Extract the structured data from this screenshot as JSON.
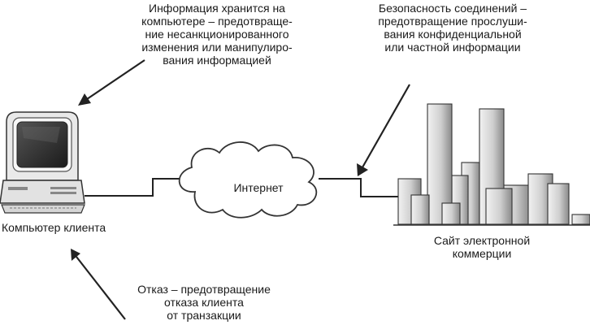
{
  "annotations": {
    "integrity": [
      "Информация хранится на",
      "компьютере – предотвраще-",
      "ние несанкционированного",
      "изменения или манипулиро-",
      "вания информацией"
    ],
    "confidentiality": [
      "Безопасность соединений –",
      "предотвращение прослуши-",
      "вания конфиденциальной",
      "или частной информации"
    ],
    "non_repudiation": [
      "Отказ – предотвращение",
      "отказа клиента",
      "от транзакции"
    ]
  },
  "nodes": {
    "client_label": "Компьютер клиента",
    "internet_label": "Интернет",
    "site_label": [
      "Сайт электронной",
      "коммерции"
    ]
  }
}
